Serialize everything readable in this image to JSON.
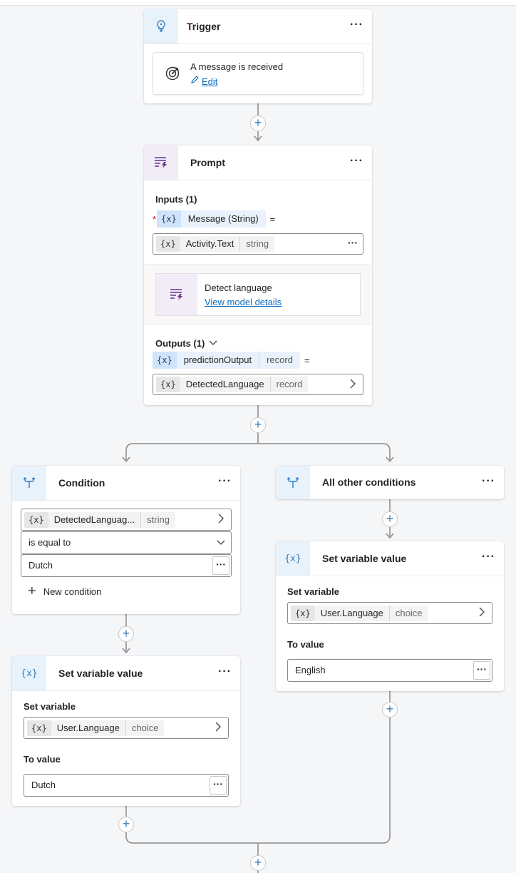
{
  "trigger": {
    "title": "Trigger",
    "event": "A message is received",
    "edit_label": "Edit"
  },
  "prompt": {
    "title": "Prompt",
    "inputs_label": "Inputs (1)",
    "input_var": "{x}",
    "input_name": "Message (String)",
    "equals": "=",
    "input_value_name": "Activity.Text",
    "input_value_type": "string",
    "model_name": "Detect language",
    "model_link": "View model details",
    "outputs_label": "Outputs (1)",
    "output_name": "predictionOutput",
    "output_type": "record",
    "output_value_name": "DetectedLanguage",
    "output_value_type": "record"
  },
  "condition": {
    "title": "Condition",
    "var_name": "DetectedLanguag...",
    "var_type": "string",
    "operator": "is equal to",
    "value": "Dutch",
    "new_condition": "New condition"
  },
  "other_conditions": {
    "title": "All other conditions"
  },
  "set_left": {
    "title": "Set variable value",
    "set_label": "Set variable",
    "var_name": "User.Language",
    "var_type": "choice",
    "to_label": "To value",
    "value": "Dutch"
  },
  "set_right": {
    "title": "Set variable value",
    "set_label": "Set variable",
    "var_name": "User.Language",
    "var_type": "choice",
    "to_label": "To value",
    "value": "English"
  },
  "common": {
    "var_badge": "{x}",
    "more": "···",
    "plus": "+"
  }
}
